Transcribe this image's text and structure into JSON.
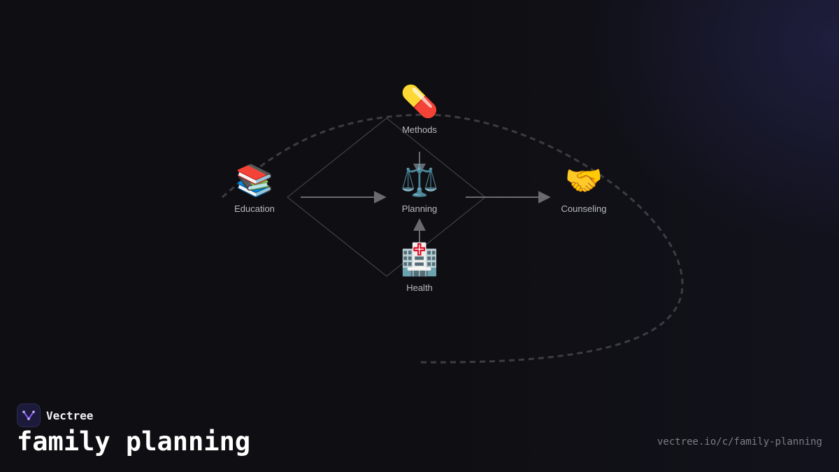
{
  "brand": {
    "name": "Vectree",
    "logo_icon": "vectree-logo-icon",
    "accent": "#8b5cf6"
  },
  "title": "family planning",
  "url": "vectree.io/c/family-planning",
  "diagram": {
    "nodes": [
      {
        "id": "methods",
        "label": "Methods",
        "icon": "💊",
        "icon_name": "pill-icon"
      },
      {
        "id": "education",
        "label": "Education",
        "icon": "📚",
        "icon_name": "books-icon"
      },
      {
        "id": "planning",
        "label": "Planning",
        "icon": "⚖️",
        "icon_name": "scales-icon"
      },
      {
        "id": "counseling",
        "label": "Counseling",
        "icon": "🤝",
        "icon_name": "handshake-icon"
      },
      {
        "id": "health",
        "label": "Health",
        "icon": "🏥",
        "icon_name": "hospital-icon"
      }
    ],
    "edges": [
      {
        "from": "methods",
        "to": "planning"
      },
      {
        "from": "education",
        "to": "planning"
      },
      {
        "from": "health",
        "to": "planning"
      },
      {
        "from": "planning",
        "to": "counseling"
      }
    ],
    "colors": {
      "arrow": "#6a6a70",
      "dashed_curve": "#3c3c42",
      "diamond": "#4a4a52",
      "label": "#b9b9c2"
    }
  }
}
